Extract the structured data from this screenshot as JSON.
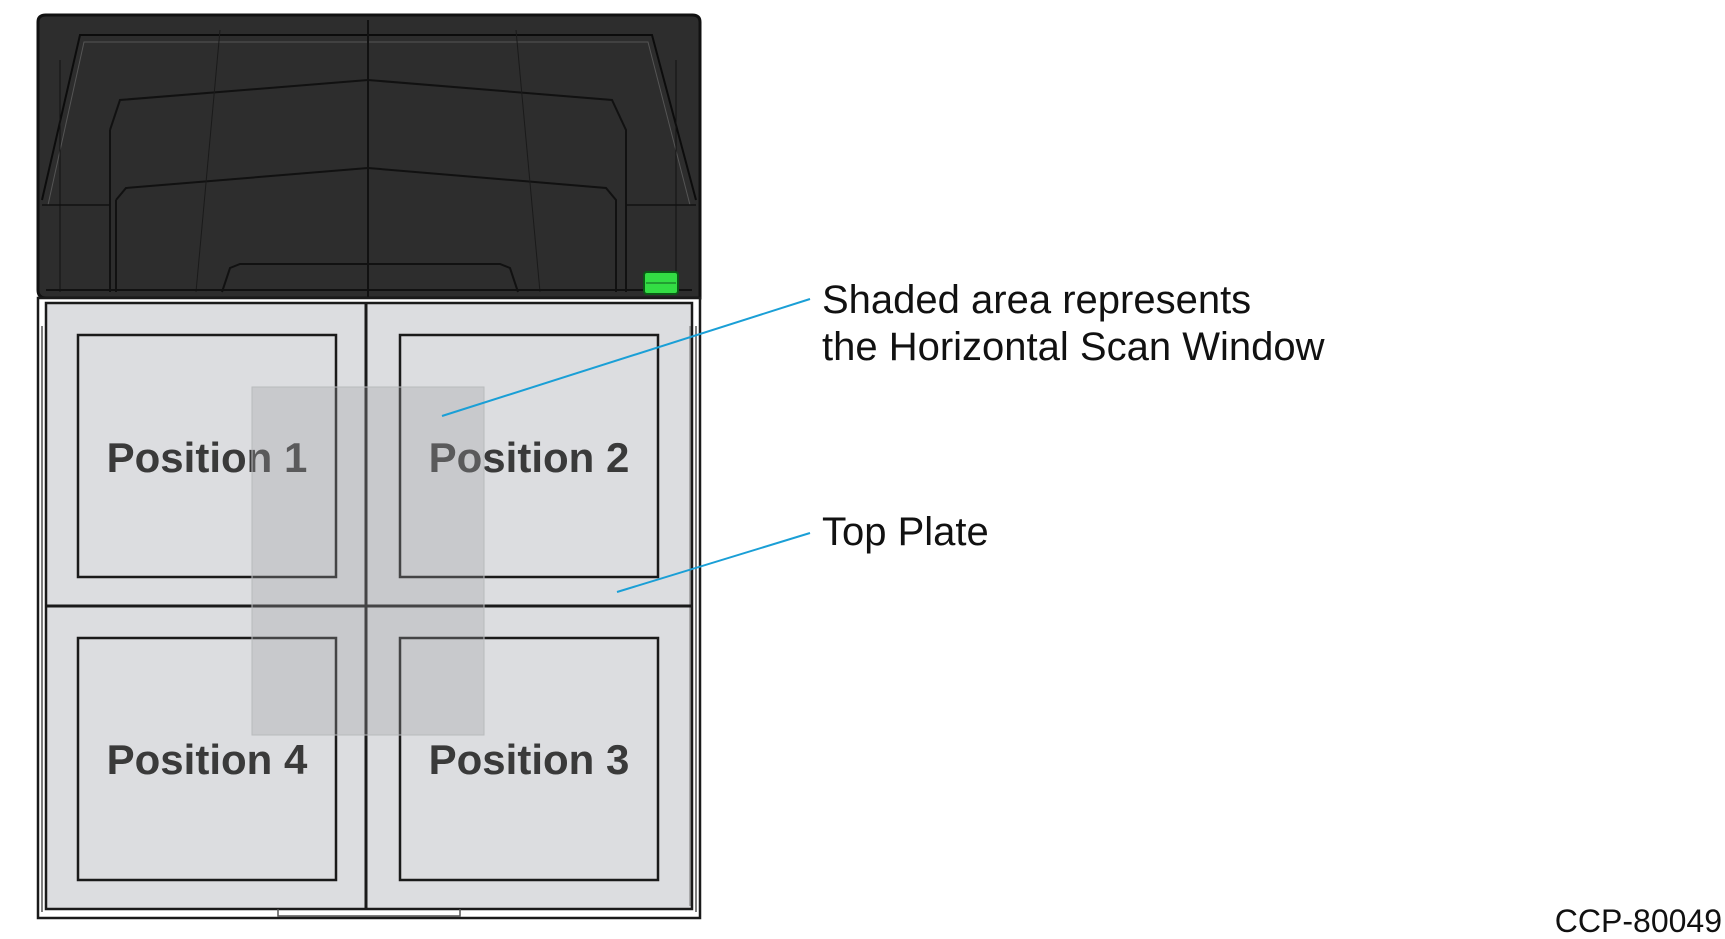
{
  "positions": {
    "p1": "Position 1",
    "p2": "Position 2",
    "p3": "Position 3",
    "p4": "Position 4"
  },
  "callouts": {
    "scan_window_line1": "Shaded area represents",
    "scan_window_line2": "the Horizontal Scan Window",
    "top_plate": "Top Plate"
  },
  "figure_id": "CCP-80049",
  "colors": {
    "scanner_body": "#2d2d2d",
    "plate_fill": "#dcdde0",
    "outline": "#1a1a1a",
    "scan_window": "#9ea0a3",
    "leader_line": "#1a9fd6",
    "led": "#33dd44"
  }
}
